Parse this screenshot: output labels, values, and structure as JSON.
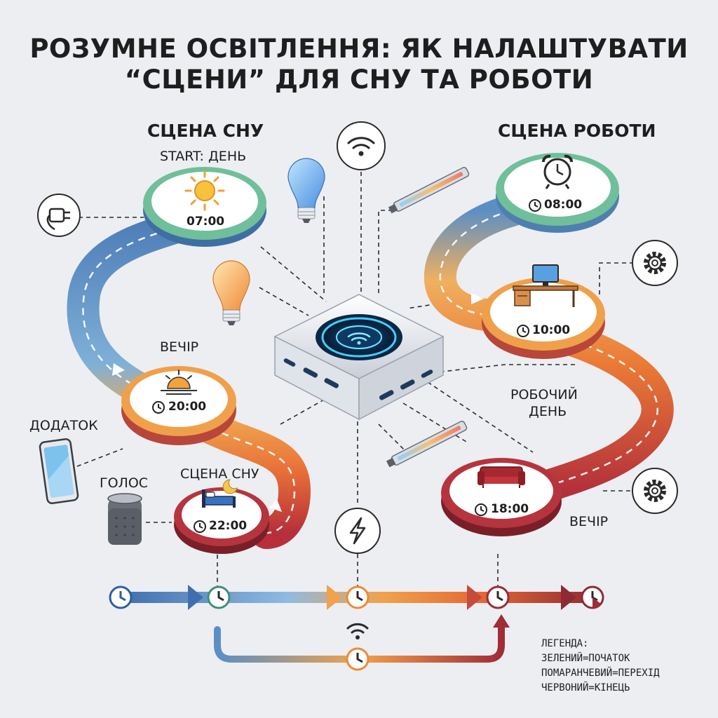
{
  "title": {
    "line1": "РОЗУМНЕ ОСВІТЛЕННЯ: ЯК НАЛАШТУВАТИ",
    "line2": "“СЦЕНИ” ДЛЯ СНУ ТА РОБОТИ"
  },
  "sleep_scene": {
    "heading": "СЦЕНА СНУ",
    "start_label": "START: ДЕНЬ",
    "start_time": "07:00",
    "evening_label": "ВЕЧІР",
    "evening_time": "20:00",
    "sleep_label": "СЦЕНА СНУ",
    "sleep_time": "22:00"
  },
  "work_scene": {
    "heading": "СЦЕНА РОБОТИ",
    "start_time": "08:00",
    "desk_time": "10:00",
    "workday_label_line1": "РОБОЧИЙ",
    "workday_label_line2": "ДЕНЬ",
    "evening_time": "18:00",
    "evening_label": "ВЕЧІР"
  },
  "controls": {
    "app_label": "ДОДАТОК",
    "voice_label": "ГОЛОС"
  },
  "legend": {
    "title": "ЛЕГЕНДА:",
    "green": "ЗЕЛЕНИЙ=ПОЧАТОК",
    "orange": "ПОМАРАНЧЕВИЙ=ПЕРЕХІД",
    "red": "ЧЕРВОНИЙ=КІНЕЦЬ"
  },
  "colors": {
    "green": "#5aaa86",
    "blue": "#5b86bd",
    "orange": "#ee8a35",
    "red": "#b8323b",
    "dark_red": "#8f2a34"
  },
  "icons": [
    "sun-icon",
    "sunset-icon",
    "bed-moon-icon",
    "alarm-clock-icon",
    "desk-monitor-icon",
    "sofa-icon",
    "clock-icon",
    "wifi-icon",
    "lightning-icon",
    "gear-icon",
    "plug-icon",
    "light-bulb-icon",
    "led-strip-icon",
    "smart-hub-icon",
    "phone-icon",
    "smart-speaker-icon"
  ]
}
